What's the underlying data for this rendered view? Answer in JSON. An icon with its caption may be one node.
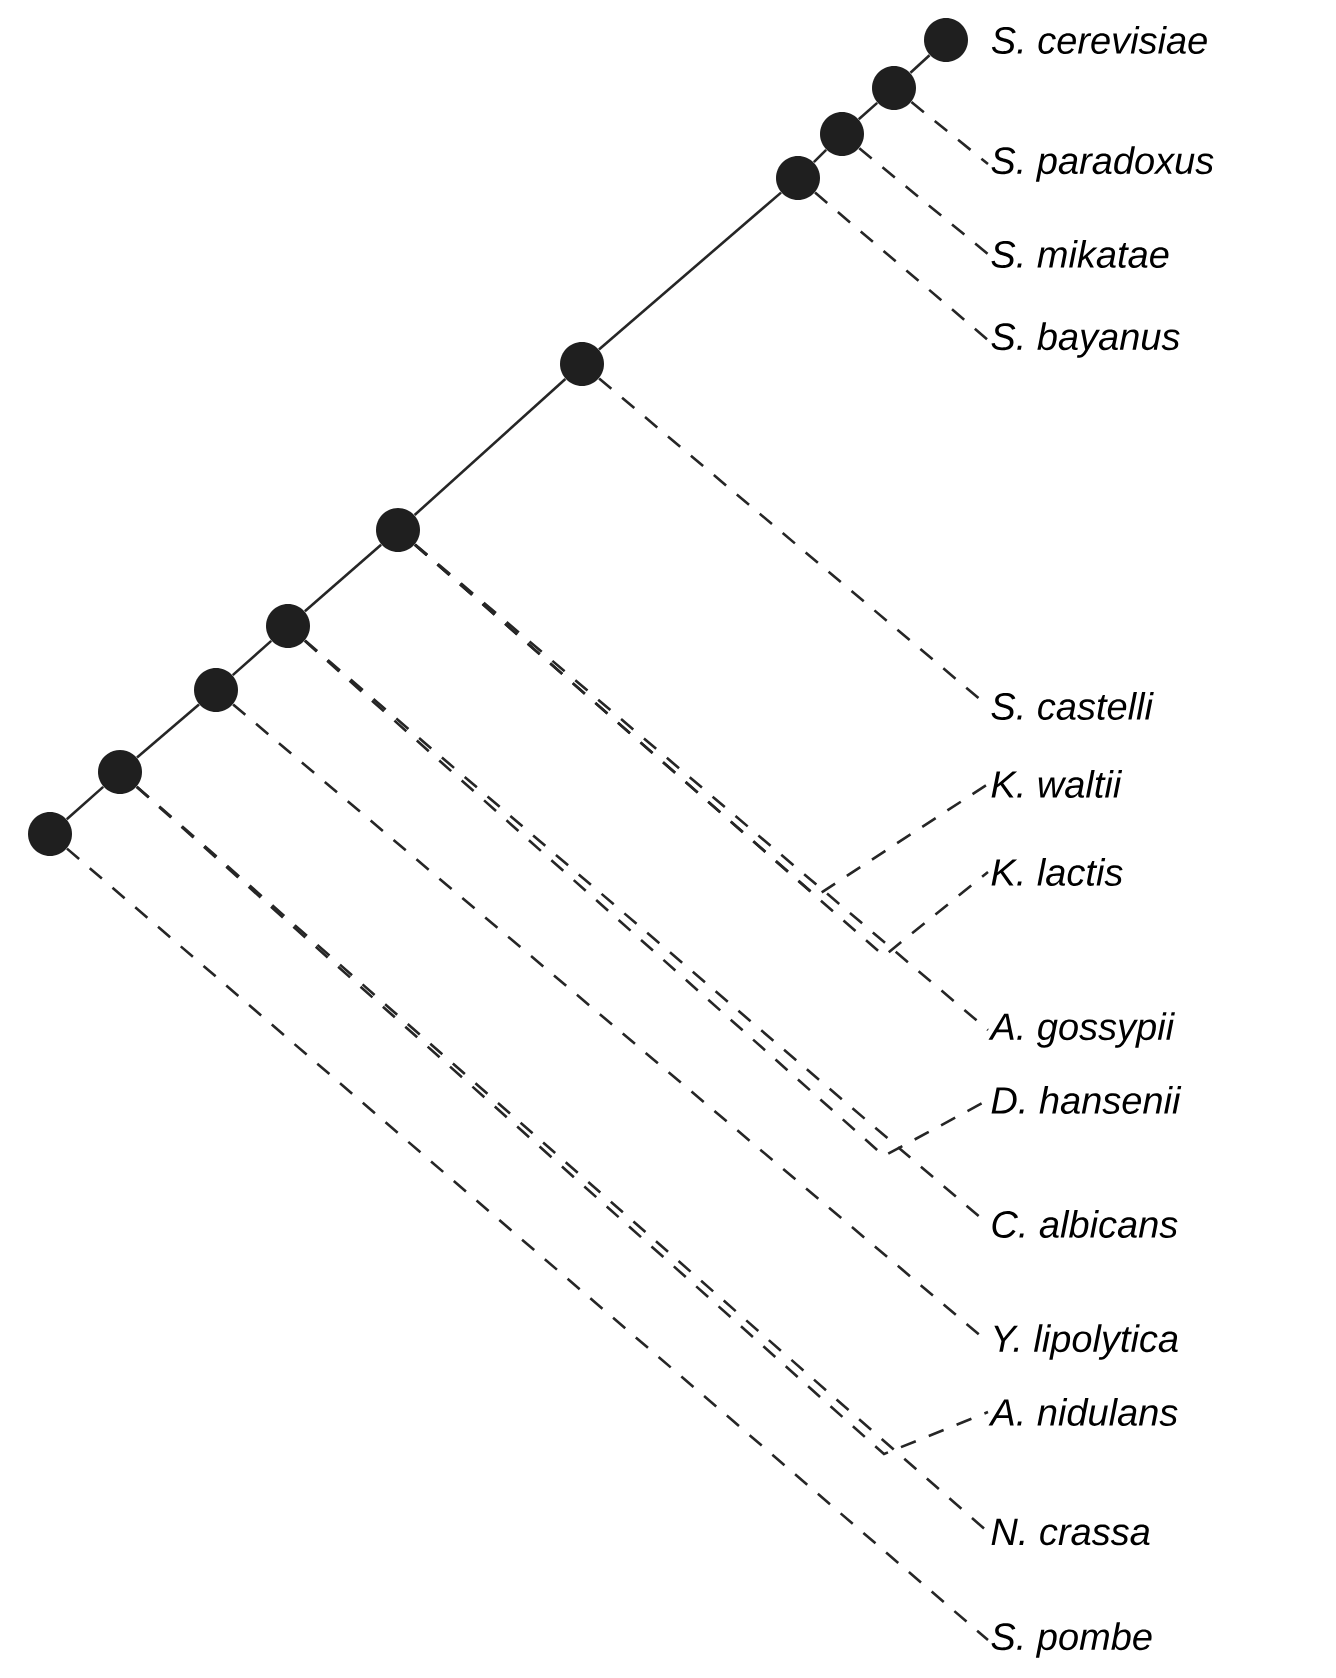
{
  "diagram": {
    "nodes": [
      {
        "text": [],
        "shape": "circle",
        "beside": [
          "S. cerevisiae"
        ]
      },
      {
        "text": [],
        "shape": "circle"
      },
      {
        "text": [],
        "shape": "circle"
      },
      {
        "text": [],
        "shape": "circle"
      },
      {
        "text": [],
        "shape": "circle"
      },
      {
        "text": [],
        "shape": "circle"
      },
      {
        "text": [],
        "shape": "circle"
      },
      {
        "text": [],
        "shape": "circle"
      },
      {
        "text": [],
        "shape": "circle"
      },
      {
        "text": [],
        "shape": "circle"
      },
      {
        "text": [
          "S. paradoxus"
        ]
      },
      {
        "text": [
          "S. mikatae"
        ]
      },
      {
        "text": [
          "S. bayanus"
        ]
      },
      {
        "text": [
          "S. castelli"
        ]
      },
      {
        "text": [
          "K. waltii"
        ]
      },
      {
        "text": [
          "K. lactis"
        ]
      },
      {
        "text": [
          "A. gossypii"
        ]
      },
      {
        "text": [
          "D. hansenii"
        ]
      },
      {
        "text": [
          "C. albicans"
        ]
      },
      {
        "text": [
          "Y. lipolytica"
        ]
      },
      {
        "text": [
          "A. nidulans"
        ]
      },
      {
        "text": [
          "N. crassa"
        ]
      },
      {
        "text": [
          "S. pombe"
        ]
      }
    ],
    "edges": [
      {
        "from": 0,
        "to": 1,
        "arrow": "none"
      },
      {
        "from": 1,
        "to": 2,
        "arrow": "none"
      },
      {
        "from": 2,
        "to": 3,
        "arrow": "none"
      },
      {
        "from": 3,
        "to": 4,
        "arrow": "none"
      },
      {
        "from": 4,
        "to": 5,
        "arrow": "none"
      },
      {
        "from": 5,
        "to": 6,
        "arrow": "none"
      },
      {
        "from": 6,
        "to": 7,
        "arrow": "none"
      },
      {
        "from": 7,
        "to": 8,
        "arrow": "none"
      },
      {
        "from": 8,
        "to": 9,
        "arrow": "none"
      },
      {
        "from": 1,
        "to": 10,
        "arrow": "none",
        "style": "dashed"
      },
      {
        "from": 2,
        "to": 11,
        "arrow": "none",
        "style": "dashed"
      },
      {
        "from": 3,
        "to": 12,
        "arrow": "none",
        "style": "dashed"
      },
      {
        "from": 4,
        "to": 13,
        "arrow": "none",
        "style": "dashed"
      },
      {
        "from": 5,
        "to": 14,
        "arrow": "none",
        "style": "dashed"
      },
      {
        "from": 5,
        "to": 15,
        "arrow": "none",
        "style": "dashed"
      },
      {
        "from": 5,
        "to": 16,
        "arrow": "none",
        "style": "dashed"
      },
      {
        "from": 6,
        "to": 17,
        "arrow": "none",
        "style": "dashed"
      },
      {
        "from": 6,
        "to": 18,
        "arrow": "none",
        "style": "dashed"
      },
      {
        "from": 7,
        "to": 19,
        "arrow": "none",
        "style": "dashed"
      },
      {
        "from": 8,
        "to": 20,
        "arrow": "none",
        "style": "dashed"
      },
      {
        "from": 8,
        "to": 21,
        "arrow": "none",
        "style": "dashed"
      },
      {
        "from": 9,
        "to": 22,
        "arrow": "none",
        "style": "dashed"
      }
    ]
  }
}
